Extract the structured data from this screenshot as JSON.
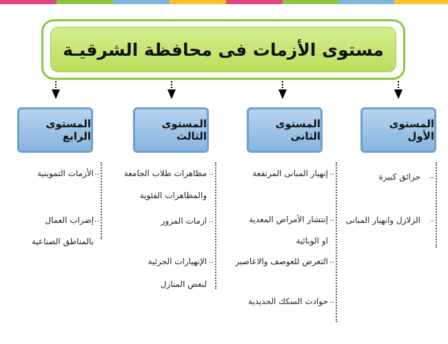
{
  "title": "مستوى الأزمات فى محافظة الشرقيـة",
  "colors": {
    "stripes": [
      "#e0457b",
      "#8cc63f",
      "#7fb3e0",
      "#f7c42b",
      "#e0457b",
      "#8cc63f",
      "#7fb3e0",
      "#f7c42b"
    ],
    "title_border": "#8cc63f",
    "level_box": "#87b5df"
  },
  "levels": [
    {
      "label": "المستوى الأول",
      "items": [
        "حرائق كبيرة",
        "الزلازل وانهيار المبانى"
      ]
    },
    {
      "label": "المستوى الثانى",
      "items": [
        "إنهيار المبانى المرتفعة",
        "إنتشار الأمراض المعدية",
        "او الوبائية",
        "التعرض للعوصف والاعاصير",
        "حوادث السكك الحديدية"
      ]
    },
    {
      "label": "المستوى الثالث",
      "items": [
        "مظاهرات طلاب الجامعة",
        "والمظاهرات الفئوية",
        "ازمات المرور",
        "الإنهيارات الجزئية",
        "لبعض المنازل"
      ]
    },
    {
      "label": "المستوى الرابع",
      "items": [
        "الأزمات التموينية",
        "إضراب العمال",
        "بالمناطق الصناعية"
      ]
    }
  ]
}
